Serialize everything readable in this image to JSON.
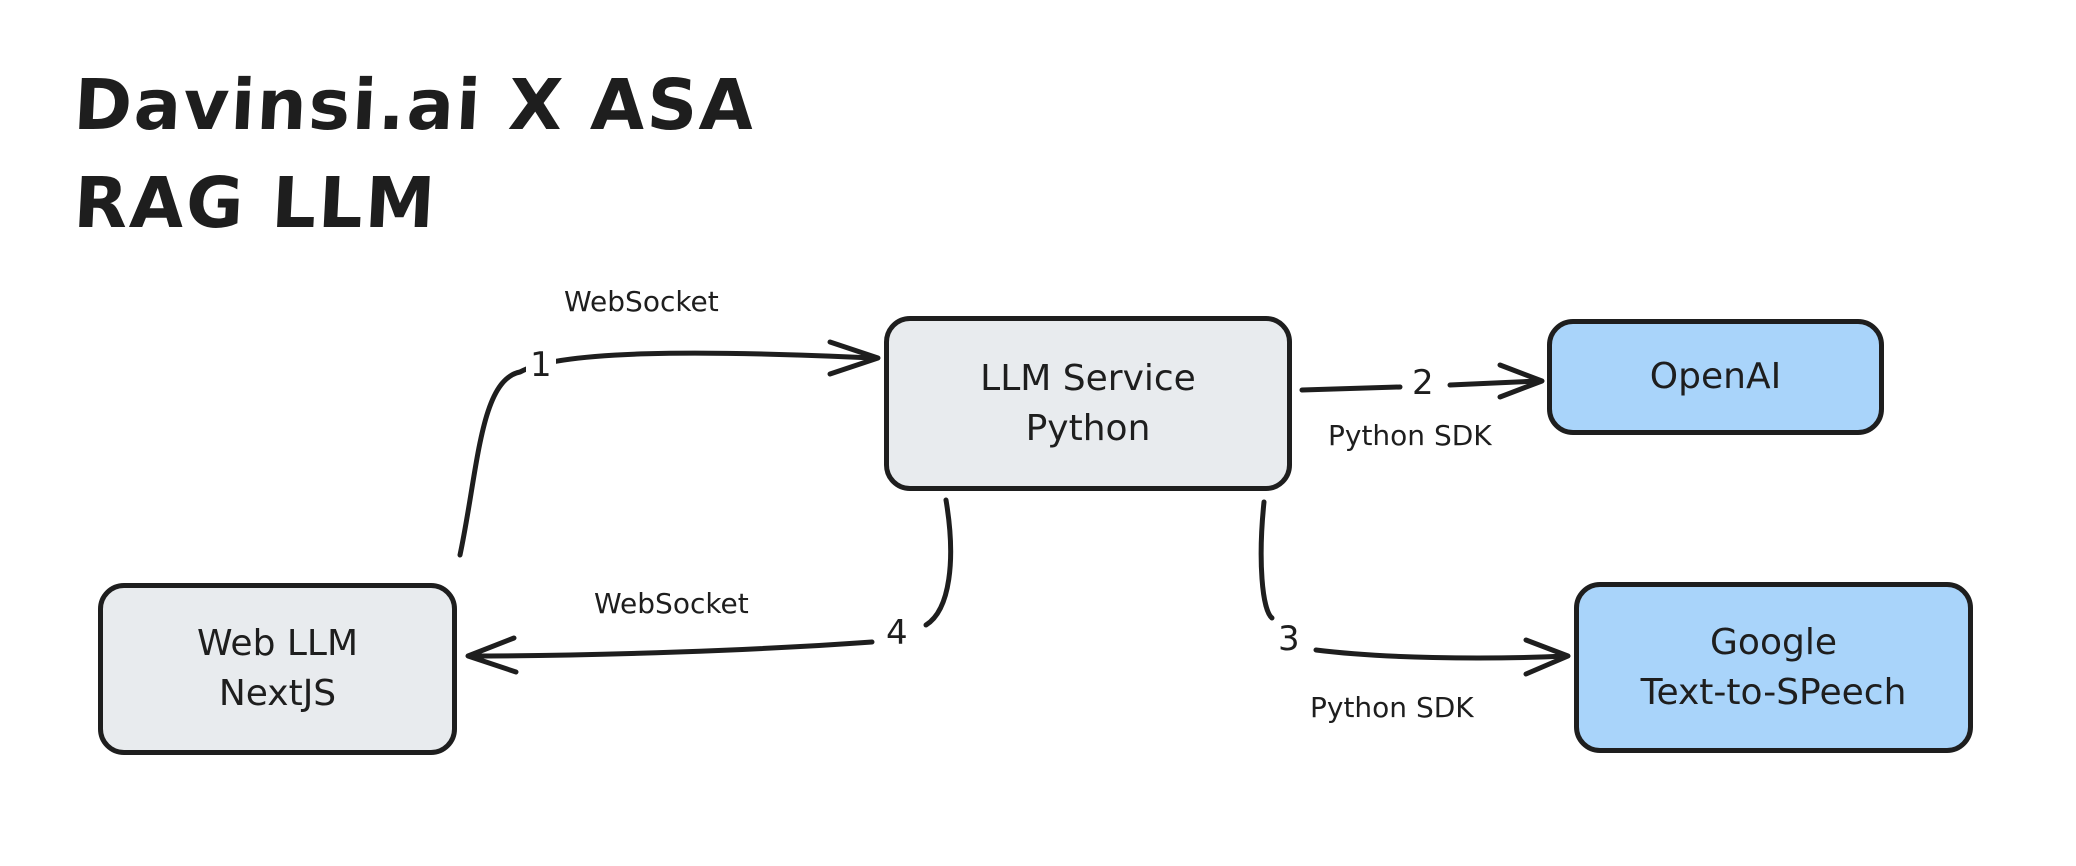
{
  "title": {
    "line1": "Davinsi.ai X ASA",
    "line2": "RAG LLM"
  },
  "colors": {
    "stroke": "#1e1e1e",
    "node_grey_fill": "#e8ebee",
    "node_blue_fill": "#a9d4fa",
    "background": "#ffffff"
  },
  "nodes": {
    "llm_service": {
      "line1": "LLM Service",
      "line2": "Python"
    },
    "openai": {
      "line1": "OpenAI"
    },
    "web_llm": {
      "line1": "Web LLM",
      "line2": "NextJS"
    },
    "google_tts": {
      "line1": "Google",
      "line2": "Text-to-SPeech"
    }
  },
  "edges": {
    "e1": {
      "step": "1",
      "label": "WebSocket"
    },
    "e2": {
      "step": "2",
      "label": "Python SDK"
    },
    "e3": {
      "step": "3",
      "label": "Python SDK"
    },
    "e4": {
      "step": "4",
      "label": "WebSocket"
    }
  }
}
